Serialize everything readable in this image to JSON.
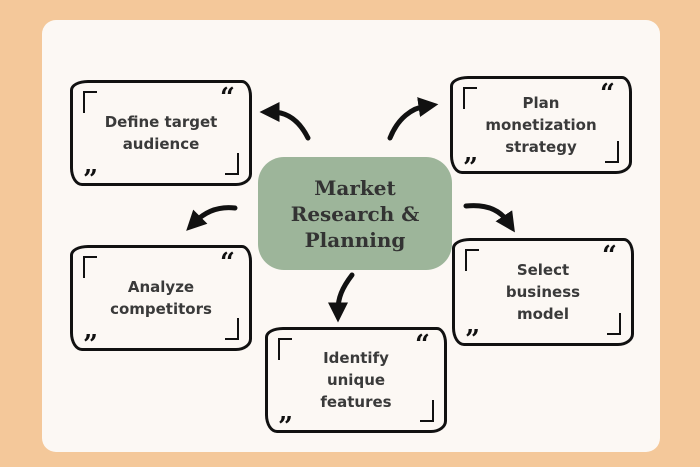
{
  "center": {
    "title": "Market Research & Planning"
  },
  "nodes": [
    {
      "label": "Define target audience"
    },
    {
      "label": "Plan monetization strategy"
    },
    {
      "label": "Analyze competitors"
    },
    {
      "label": "Select business model"
    },
    {
      "label": "Identify unique features"
    }
  ],
  "quotes": {
    "open": "“",
    "close": "”"
  },
  "colors": {
    "background": "#f4c89a",
    "card": "#fcf8f4",
    "center": "#9db59a"
  }
}
